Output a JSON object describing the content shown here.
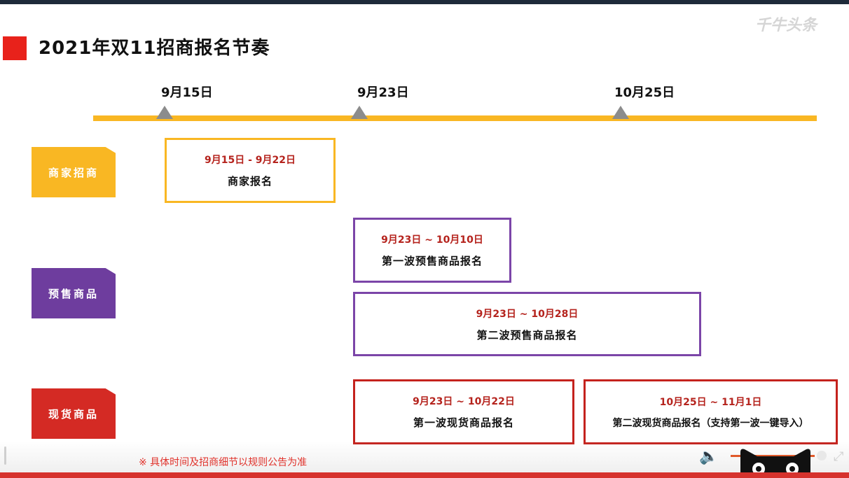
{
  "title": "2021年双11招商报名节奏",
  "watermark": "千牛头条",
  "timeline": {
    "markers": [
      "9月15日",
      "9月23日",
      "10月25日"
    ]
  },
  "categories": [
    {
      "label": "商家招商",
      "color": "#f9b723"
    },
    {
      "label": "预售商品",
      "color": "#6e3d9e"
    },
    {
      "label": "现货商品",
      "color": "#d42a24"
    }
  ],
  "boxes": [
    {
      "range": "9月15日 - 9月22日",
      "desc": "商家报名",
      "color": "#f9b723"
    },
    {
      "range": "9月23日 ~ 10月10日",
      "desc": "第一波预售商品报名",
      "color": "#7b45a8"
    },
    {
      "range": "9月23日 ~ 10月28日",
      "desc": "第二波预售商品报名",
      "color": "#7b45a8"
    },
    {
      "range": "9月23日 ~ 10月22日",
      "desc": "第一波现货商品报名",
      "color": "#c4221d"
    },
    {
      "range": "10月25日 ~ 11月1日",
      "desc": "第二波现货商品报名（支持第一波一键导入）",
      "color": "#c4221d"
    }
  ],
  "footnote": "※ 具体时间及招商细节以规则公告为准",
  "colors": {
    "accent_red": "#e8221b",
    "timeline": "#f9b723",
    "marker": "#8c8c8c",
    "date_text": "#b5231d"
  },
  "player": {
    "volume_icon": "volume-icon",
    "fullscreen_icon": "fullscreen-icon",
    "logo_icon": "tmall-cat-icon"
  }
}
